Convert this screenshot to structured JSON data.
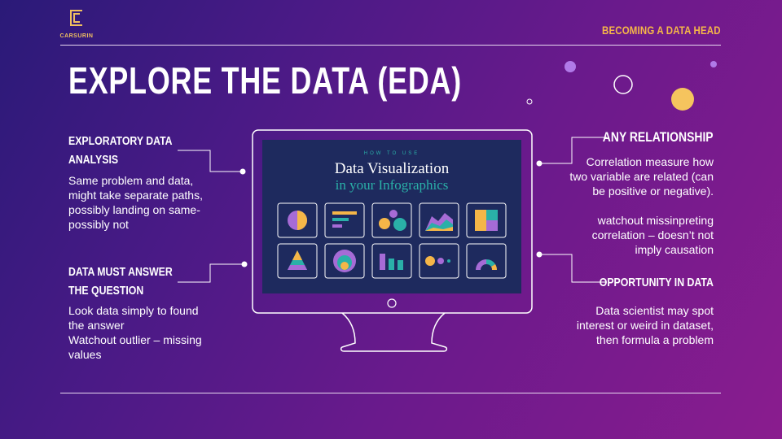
{
  "brand": {
    "name": "CARSURIN"
  },
  "header": {
    "tag": "BECOMING A DATA HEAD"
  },
  "title": "EXPLORE THE DATA (EDA)",
  "left_sections": [
    {
      "heading_lines": [
        "EXPLORATORY DATA",
        "ANALYSIS"
      ],
      "body_lines": [
        "Same problem and data,",
        "might take separate paths,",
        "possibly landing on same-",
        "possibly not"
      ]
    },
    {
      "heading_lines": [
        "DATA MUST ANSWER",
        "THE QUESTION"
      ],
      "body_lines": [
        "Look data simply to found",
        "the answer",
        "Watchout outlier – missing",
        "values"
      ]
    }
  ],
  "right_sections": [
    {
      "heading": "ANY RELATIONSHIP",
      "body_lines": [
        "Correlation measure how",
        "two variable are related (can",
        "be positive or negative).",
        "",
        "watchout missinpreting",
        "correlation – doesn’t not",
        "imply causation"
      ]
    },
    {
      "heading": "OPPORTUNITY IN DATA",
      "body_lines": [
        "Data scientist may spot",
        "interest or weird in dataset,",
        "then formula a problem"
      ]
    }
  ],
  "screen": {
    "kicker": "HOW TO USE",
    "title_line1": "Data Visualization",
    "title_line2": "in your Infographics"
  },
  "colors": {
    "accent": "#f5b648",
    "screen_bg": "#1e2a5e",
    "teal": "#2ab0a8",
    "purple": "#a66bd6"
  }
}
